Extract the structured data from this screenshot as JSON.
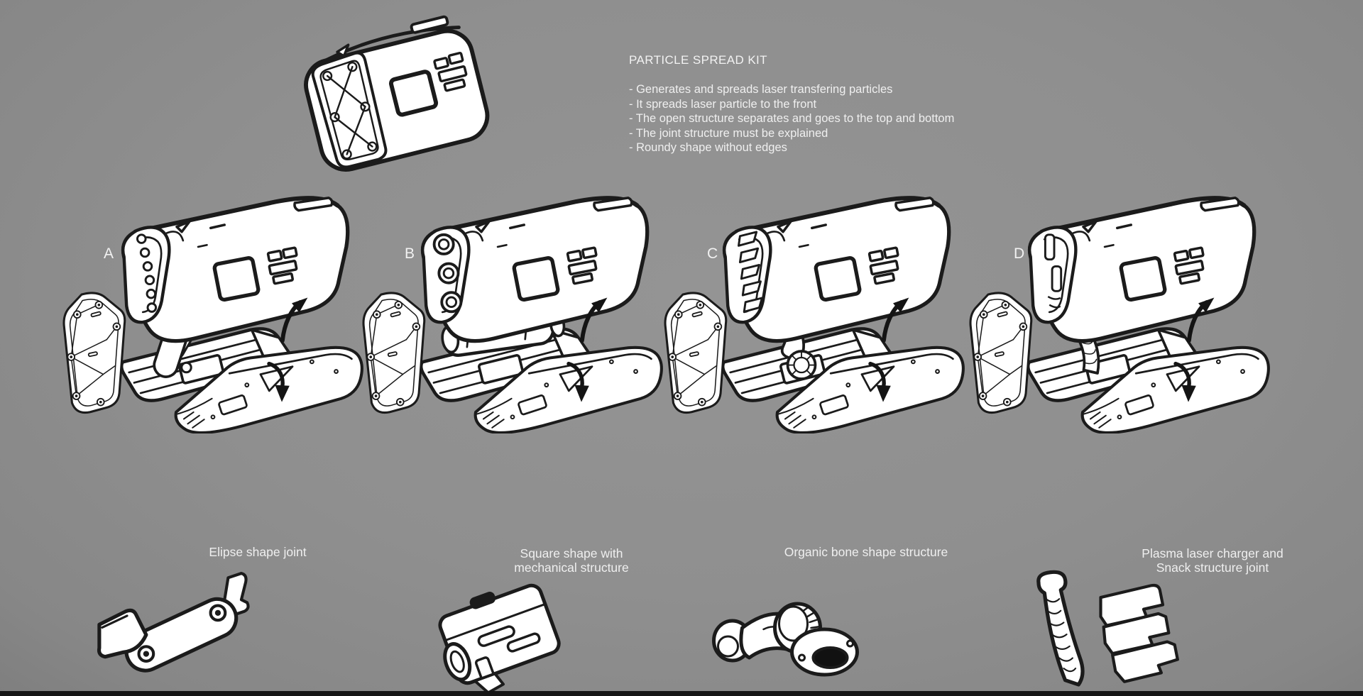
{
  "colors": {
    "background": "#8f8f8f",
    "ink": "#1b1b1b",
    "paper": "#ffffff",
    "text": "#f1f1f1",
    "bottom_bar": "#151515"
  },
  "header": {
    "title": "PARTICLE SPREAD KIT",
    "bullets": [
      "- Generates and spreads laser transfering particles",
      "- It spreads laser particle to the front",
      "- The open structure separates and goes to the top and bottom",
      "- The joint structure must be explained",
      "- Roundy shape without edges"
    ]
  },
  "variants": [
    {
      "label": "A",
      "caption_lines": [
        "Elipse shape joint"
      ]
    },
    {
      "label": "B",
      "caption_lines": [
        "Square shape with",
        "mechanical structure"
      ]
    },
    {
      "label": "C",
      "caption_lines": [
        "Organic bone shape structure"
      ]
    },
    {
      "label": "D",
      "caption_lines": [
        "Plasma laser charger and",
        "Snack structure joint"
      ]
    }
  ],
  "icons": {
    "up_arrow": "curved-up-arrow",
    "down_arrow": "curved-down-arrow"
  }
}
